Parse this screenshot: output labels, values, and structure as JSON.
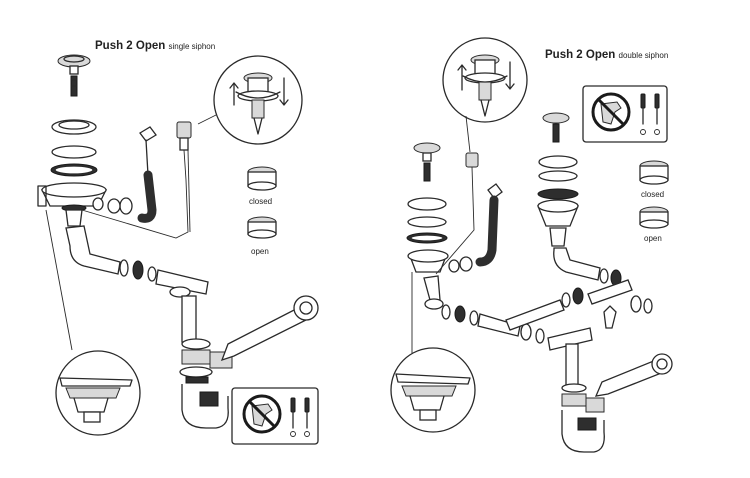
{
  "left": {
    "title": "Push 2 Open",
    "subtitle": "single siphon",
    "closed_label": "closed",
    "open_label": "open"
  },
  "right": {
    "title": "Push 2 Open",
    "subtitle": "double siphon",
    "closed_label": "closed",
    "open_label": "open"
  },
  "icons": [
    "no-tools-icon",
    "screwdriver-icon",
    "rotate-arrow-icon",
    "push-arrow-icon"
  ],
  "colors": {
    "line": "#2a2a2a",
    "hose": "#2e2e2e",
    "background": "#ffffff"
  }
}
